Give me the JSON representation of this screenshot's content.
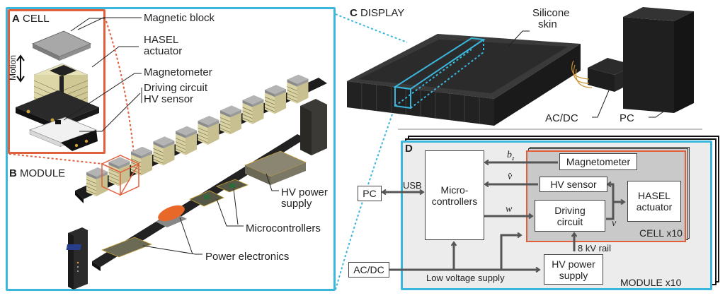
{
  "panel_a": {
    "letter": "A",
    "title": "CELL",
    "motion_label": "Motion",
    "labels": {
      "magnetic_block": "Magnetic block",
      "hasel_line1": "HASEL",
      "hasel_line2": "actuator",
      "magnetometer": "Magnetometer",
      "driving_circuit": "Driving circuit",
      "hv_sensor": "HV sensor"
    }
  },
  "panel_b": {
    "letter": "B",
    "title": "MODULE",
    "labels": {
      "hv_power_line1": "HV power",
      "hv_power_line2": "supply",
      "microcontrollers": "Microcontrollers",
      "power_electronics": "Power electronics"
    }
  },
  "panel_c": {
    "letter": "C",
    "title": "DISPLAY",
    "labels": {
      "silicone_line1": "Silicone",
      "silicone_line2": "skin",
      "acdc": "AC/DC",
      "pc": "PC"
    }
  },
  "panel_d": {
    "letter": "D",
    "blocks": {
      "pc": "PC",
      "acdc": "AC/DC",
      "micro_line1": "Micro-",
      "micro_line2": "controllers",
      "magnetometer": "Magnetometer",
      "hv_sensor": "HV sensor",
      "driving_line1": "Driving",
      "driving_line2": "circuit",
      "hasel_line1": "HASEL",
      "hasel_line2": "actuator",
      "hvps_line1": "HV power",
      "hvps_line2": "supply"
    },
    "signals": {
      "usb": "USB",
      "bz": "b",
      "bz_sub": "z",
      "vhat": "v̂",
      "w": "w",
      "v": "v",
      "rail": "8 kV rail",
      "low_voltage": "Low voltage supply"
    },
    "groups": {
      "cell": "CELL x10",
      "module": "MODULE x10"
    }
  },
  "colors": {
    "cyan": "#3bb6dd",
    "orange": "#e0603e",
    "dark": "#1e1e1e",
    "arrow": "#555555",
    "module_bg": "#ececec",
    "cell_bg": "#c9c9c9"
  }
}
